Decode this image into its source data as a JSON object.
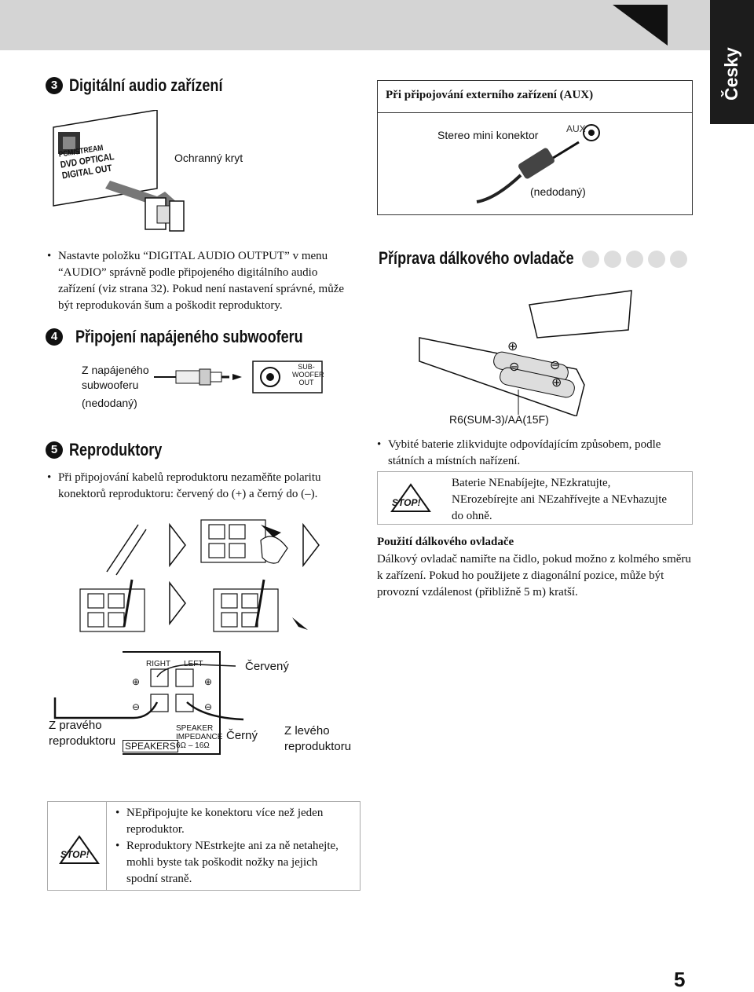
{
  "side_tab": "Česky",
  "section3": {
    "num": "3",
    "title": "Digitální audio zařízení",
    "protective_cap": "Ochranný kryt",
    "jack_label_1": "PCM/STREAM",
    "jack_label_2": "DVD OPTICAL",
    "jack_label_3": "DIGITAL OUT",
    "note": "Nastavte položku “DIGITAL AUDIO OUTPUT” v menu “AUDIO” správně podle připojeného digitálního audio zařízení (viz strana 32). Pokud není nastavení správné, může být reprodukován šum a poškodit reproduktory."
  },
  "aux": {
    "title": "Při připojování externího zařízení (AUX)",
    "connector": "Stereo mini konektor",
    "jack": "AUX",
    "not_supplied": "(nedodaný)"
  },
  "section4": {
    "num": "4",
    "title": "Připojení napájeného subwooferu",
    "from_line1": "Z napájeného",
    "from_line2": "subwooferu",
    "not_supplied": "(nedodaný)",
    "jack_line1": "SUB-",
    "jack_line2": "WOOFER",
    "jack_line3": "OUT"
  },
  "section5": {
    "num": "5",
    "title": "Reproduktory",
    "note": "Při připojování kabelů reproduktoru nezaměňte polaritu konektorů reproduktoru: červený do (+) a černý do (–).",
    "right": "RIGHT",
    "left": "LEFT",
    "red": "Červený",
    "black": "Černý",
    "from_right_1": "Z pravého",
    "from_right_2": "reproduktoru",
    "from_left_1": "Z levého",
    "from_left_2": "reproduktoru",
    "speakers": "SPEAKERS",
    "impedance_1": "SPEAKER",
    "impedance_2": "IMPEDANCE",
    "impedance_3": "6Ω – 16Ω"
  },
  "remote": {
    "title": "Příprava dálkového ovladače",
    "battery": "R6(SUM-3)/AA(15F)",
    "note": "Vybité baterie zlikvidujte odpovídajícím způsobem, podle státních a místních nařízení.",
    "warning": "Baterie NEnabíjejte, NEzkratujte, NErozebírejte ani NEzahřívejte a NEvhazujte do ohně.",
    "use_title": "Použití dálkového ovladače",
    "use_text": "Dálkový ovladač namiřte na čidlo, pokud možno z kolmého směru k zařízení. Pokud ho použijete z diagonální pozice, může být provozní vzdálenost (přibližně 5 m) kratší."
  },
  "bottom_warning": {
    "item1": "NEpřipojujte ke konektoru více než jeden reproduktor.",
    "item2": "Reproduktory NEstrkejte ani za ně netahejte, mohli byste tak poškodit nožky na jejich spodní straně."
  },
  "stop_label": "STOP!",
  "page_number": "5"
}
